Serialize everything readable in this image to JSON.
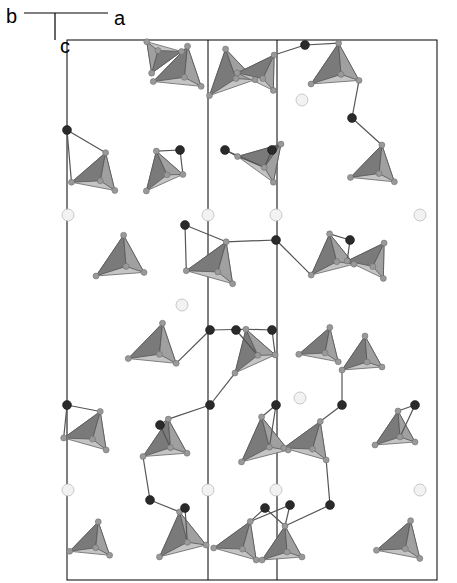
{
  "diagram": {
    "labels": [
      "b",
      "a",
      "c"
    ]
  }
}
